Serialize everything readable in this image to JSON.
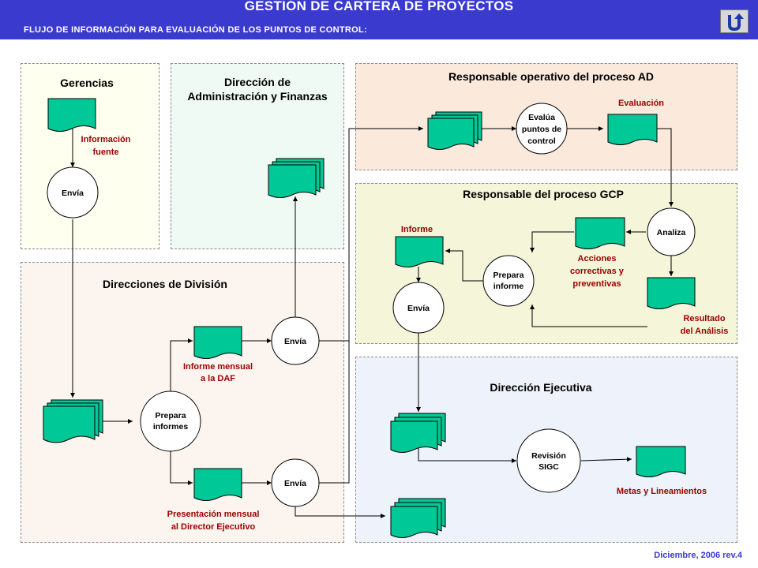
{
  "header": {
    "title": "GESTIÓN DE CARTERA DE PROYECTOS",
    "subtitle": "FLUJO DE INFORMACIÓN PARA EVALUACIÓN DE LOS PUNTOS DE CONTROL:",
    "back_icon": "undo-arrow-icon"
  },
  "footer": "Diciembre, 2006  rev.4",
  "colors": {
    "header_bg": "#3a3acf",
    "document_fill": "#00c896",
    "label_red": "#990000",
    "gerencias_bg": "#fffff0",
    "daf_bg": "#f0faf5",
    "divisiones_bg": "#fcf4ee",
    "resp_ad_bg": "#fbe9dc",
    "resp_gcp_bg": "#f5f5d9",
    "dir_ejecutiva_bg": "#eef2fa"
  },
  "regions": {
    "gerencias": "Gerencias",
    "daf": [
      "Dirección de",
      "Administración y Finanzas"
    ],
    "divisiones": "Direcciones de División",
    "resp_ad": "Responsable operativo del proceso AD",
    "resp_gcp": "Responsable del proceso GCP",
    "dir_ejecutiva": "Dirección Ejecutiva"
  },
  "labels": {
    "info_fuente": [
      "Información",
      "fuente"
    ],
    "informe_mensual": [
      "Informe mensual",
      "a la DAF"
    ],
    "presentacion": [
      "Presentación mensual",
      "al Director Ejecutivo"
    ],
    "evaluacion": "Evaluación",
    "informe": "Informe",
    "acciones": [
      "Acciones",
      "correctivas y",
      "preventivas"
    ],
    "resultado": [
      "Resultado",
      "del Análisis"
    ],
    "metas": "Metas y Lineamientos"
  },
  "processes": {
    "envia": "Envía",
    "prepara_informes": [
      "Prepara",
      "informes"
    ],
    "evalua": [
      "Evalúa",
      "puntos de",
      "control"
    ],
    "analiza": "Analiza",
    "prepara_informe": [
      "Prepara",
      "informe"
    ],
    "revision": [
      "Revisión",
      "SIGC"
    ]
  }
}
